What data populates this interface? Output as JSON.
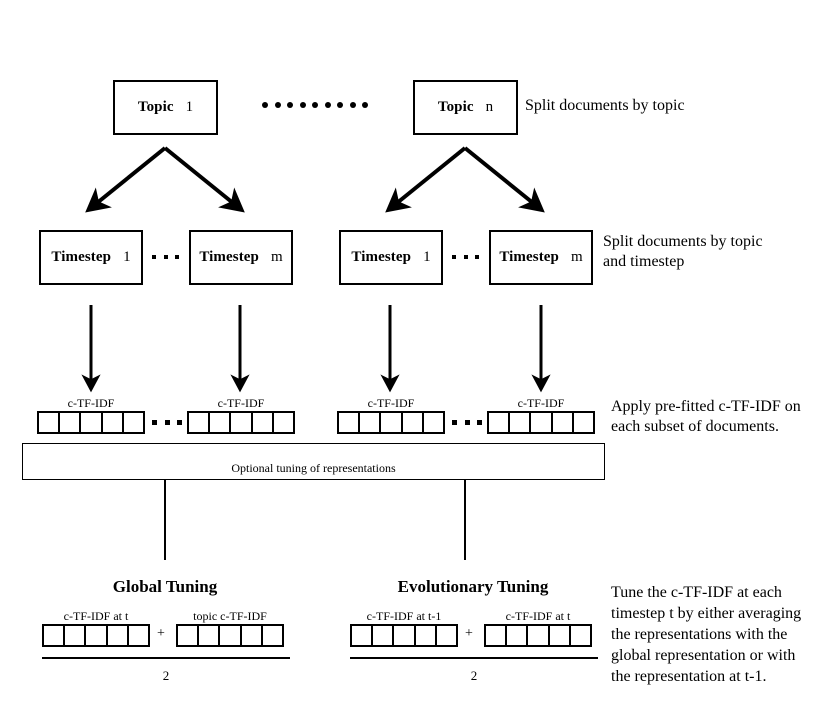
{
  "diagram": {
    "title": "Dynamic topic modeling pipeline",
    "colors": {
      "stroke": "#000000",
      "background": "#ffffff"
    }
  },
  "topic_row": {
    "boxes": [
      {
        "label": "Topic",
        "index": "1"
      },
      {
        "label": "Topic",
        "index": "n"
      }
    ],
    "ellipsis_dots": 9,
    "note": "Split documents by topic"
  },
  "timestep_row": {
    "groups": [
      {
        "boxes": [
          {
            "label": "Timestep",
            "index": "1"
          },
          {
            "label": "Timestep",
            "index": "m"
          }
        ],
        "ellipsis_dots": 3
      },
      {
        "boxes": [
          {
            "label": "Timestep",
            "index": "1"
          },
          {
            "label": "Timestep",
            "index": "m"
          }
        ],
        "ellipsis_dots": 3
      }
    ],
    "note_line1": "Split documents by topic",
    "note_line2": "and timestep"
  },
  "ctfidf_row": {
    "vectors": [
      {
        "label": "c-TF-IDF",
        "cells": 5
      },
      {
        "label": "c-TF-IDF",
        "cells": 5
      },
      {
        "label": "c-TF-IDF",
        "cells": 5
      },
      {
        "label": "c-TF-IDF",
        "cells": 5
      }
    ],
    "ellipsis_dots": 3,
    "note_line1": "Apply pre-fitted c-TF-IDF on",
    "note_line2": "each subset of documents."
  },
  "tuning_container": {
    "label": "Optional tuning of representations"
  },
  "global_tuning": {
    "title": "Global Tuning",
    "numerator_left_label": "c-TF-IDF at t",
    "numerator_right_label": "topic c-TF-IDF",
    "operator": "+",
    "denominator": "2",
    "cells": 5
  },
  "evolutionary_tuning": {
    "title": "Evolutionary Tuning",
    "numerator_left_label": "c-TF-IDF at t-1",
    "numerator_right_label": "c-TF-IDF at t",
    "operator": "+",
    "denominator": "2",
    "cells": 5
  },
  "bottom_note": {
    "line1": "Tune the c-TF-IDF at each",
    "line2": "timestep t by either averaging",
    "line3": "the representations with the",
    "line4": "global representation or with",
    "line5": "the representation at t-1."
  }
}
